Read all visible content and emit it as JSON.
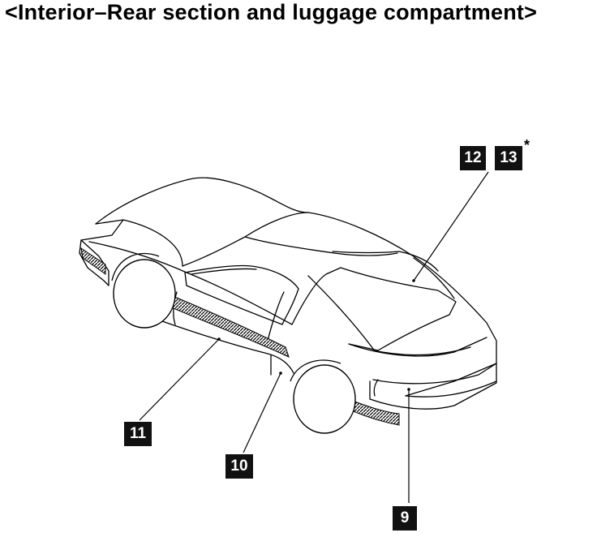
{
  "title": "<Interior–Rear section and luggage compartment>",
  "callouts": {
    "c9": "9",
    "c10": "10",
    "c11": "11",
    "c12": "12",
    "c13": "13",
    "note_mark": "*"
  },
  "colors": {
    "ink": "#000000",
    "label_fill": "#111111",
    "label_text": "#ffffff"
  }
}
